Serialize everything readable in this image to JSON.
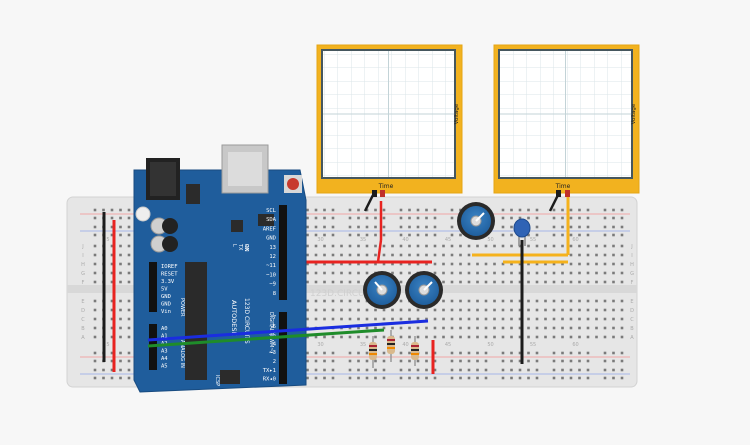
{
  "scope_left": {
    "x_label": "Time",
    "y_label": "Voltage"
  },
  "scope_right": {
    "x_label": "Time",
    "y_label": "Voltage"
  },
  "breadboard": {
    "row_letters_top": [
      "J",
      "I",
      "H",
      "G",
      "F"
    ],
    "row_letters_bottom": [
      "E",
      "D",
      "C",
      "B",
      "A"
    ],
    "column_numbers": [
      "5",
      "10",
      "15",
      "20",
      "25",
      "30",
      "35",
      "40",
      "45",
      "50",
      "55",
      "60"
    ],
    "watermark": "123D.CIRCUITS"
  },
  "arduino": {
    "power_pins": [
      "IOREF",
      "RESET",
      "3.3V",
      "5V",
      "GND",
      "GND",
      "Vin"
    ],
    "analog_pins": [
      "A0",
      "A1",
      "A2",
      "A3",
      "A4",
      "A5"
    ],
    "digital_top_pins": [
      "SCL",
      "SDA",
      "AREF",
      "GND",
      "13",
      "12",
      "~11",
      "~10",
      "~9",
      "8"
    ],
    "digital_bottom_pins": [
      "7",
      "~6",
      "~5",
      "4",
      "~3",
      "2",
      "TX▸1",
      "RX◂0"
    ],
    "power_header_label": "POWER",
    "analog_header_label": "ANALOG IN",
    "digital_header_label": "DIGITAL (PWM~)",
    "brand_label": "AUTODESK",
    "model_label": "123D CIRCUITS",
    "led_labels": [
      "L",
      "TX",
      "RX"
    ],
    "on_label": "ON",
    "icsp_label": "ICSP"
  },
  "colors": {
    "scope_frame": "#f2b21f",
    "scope_grid": "#d6e3e6",
    "board": "#1f5d9c",
    "wire_red": "#e82320",
    "wire_blue": "#1a2de0",
    "wire_green": "#1f8c2a",
    "wire_yellow": "#f5b21c",
    "wire_black": "#1c1c1c",
    "pot": "#2a6fb0"
  }
}
